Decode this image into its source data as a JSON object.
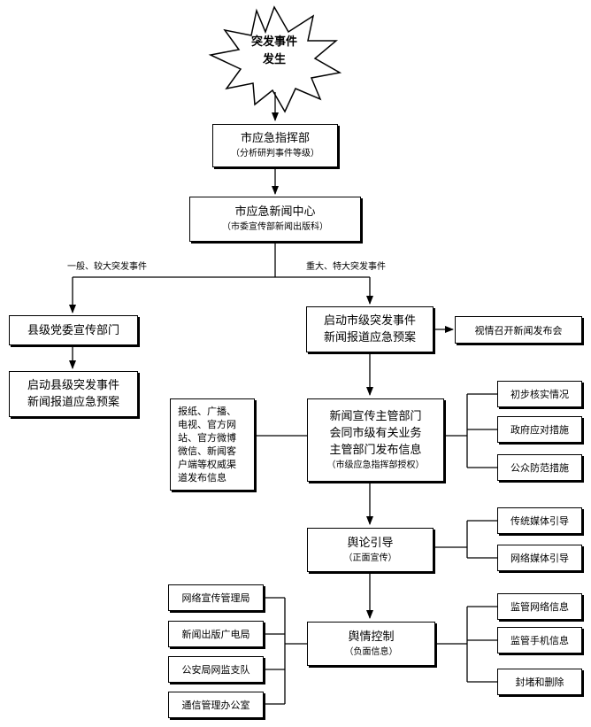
{
  "event": {
    "line1": "突发事件",
    "line2": "发生"
  },
  "command": {
    "title": "市应急指挥部",
    "sub": "（分析研判事件等级）"
  },
  "news_center": {
    "title": "市应急新闻中心",
    "sub": "（市委宣传部新闻出版科）"
  },
  "branch_labels": {
    "left": "一般、较大突发事件",
    "right": "重大、特大突发事件"
  },
  "county": {
    "dept": "县级党委宣传部门",
    "plan_l1": "启动县级突发事件",
    "plan_l2": "新闻报道应急预案"
  },
  "city_plan": {
    "l1": "启动市级突发事件",
    "l2": "新闻报道应急预案"
  },
  "press_conf": "视情召开新闻发布会",
  "channels": {
    "l1": "报纸、广播、",
    "l2": "电视、官方网",
    "l3": "站、官方微博",
    "l4": "微信、新闻客",
    "l5": "户端等权威渠",
    "l6": "道发布信息"
  },
  "publish": {
    "l1": "新闻宣传主管部门",
    "l2": "会同市级有关业务",
    "l3": "主管部门发布信息",
    "sub": "（市级应急指挥部授权）"
  },
  "publish_items": [
    "初步核实情况",
    "政府应对措施",
    "公众防范措施"
  ],
  "guidance": {
    "title": "舆论引导",
    "sub": "（正面宣传）"
  },
  "guidance_items": [
    "传统媒体引导",
    "网络媒体引导"
  ],
  "control": {
    "title": "舆情控制",
    "sub": "（负面信息）"
  },
  "control_items": [
    "监管网络信息",
    "监管手机信息",
    "封堵和删除"
  ],
  "agencies": [
    "网络宣传管理局",
    "新闻出版广电局",
    "公安局网监支队",
    "通信管理办公室"
  ]
}
